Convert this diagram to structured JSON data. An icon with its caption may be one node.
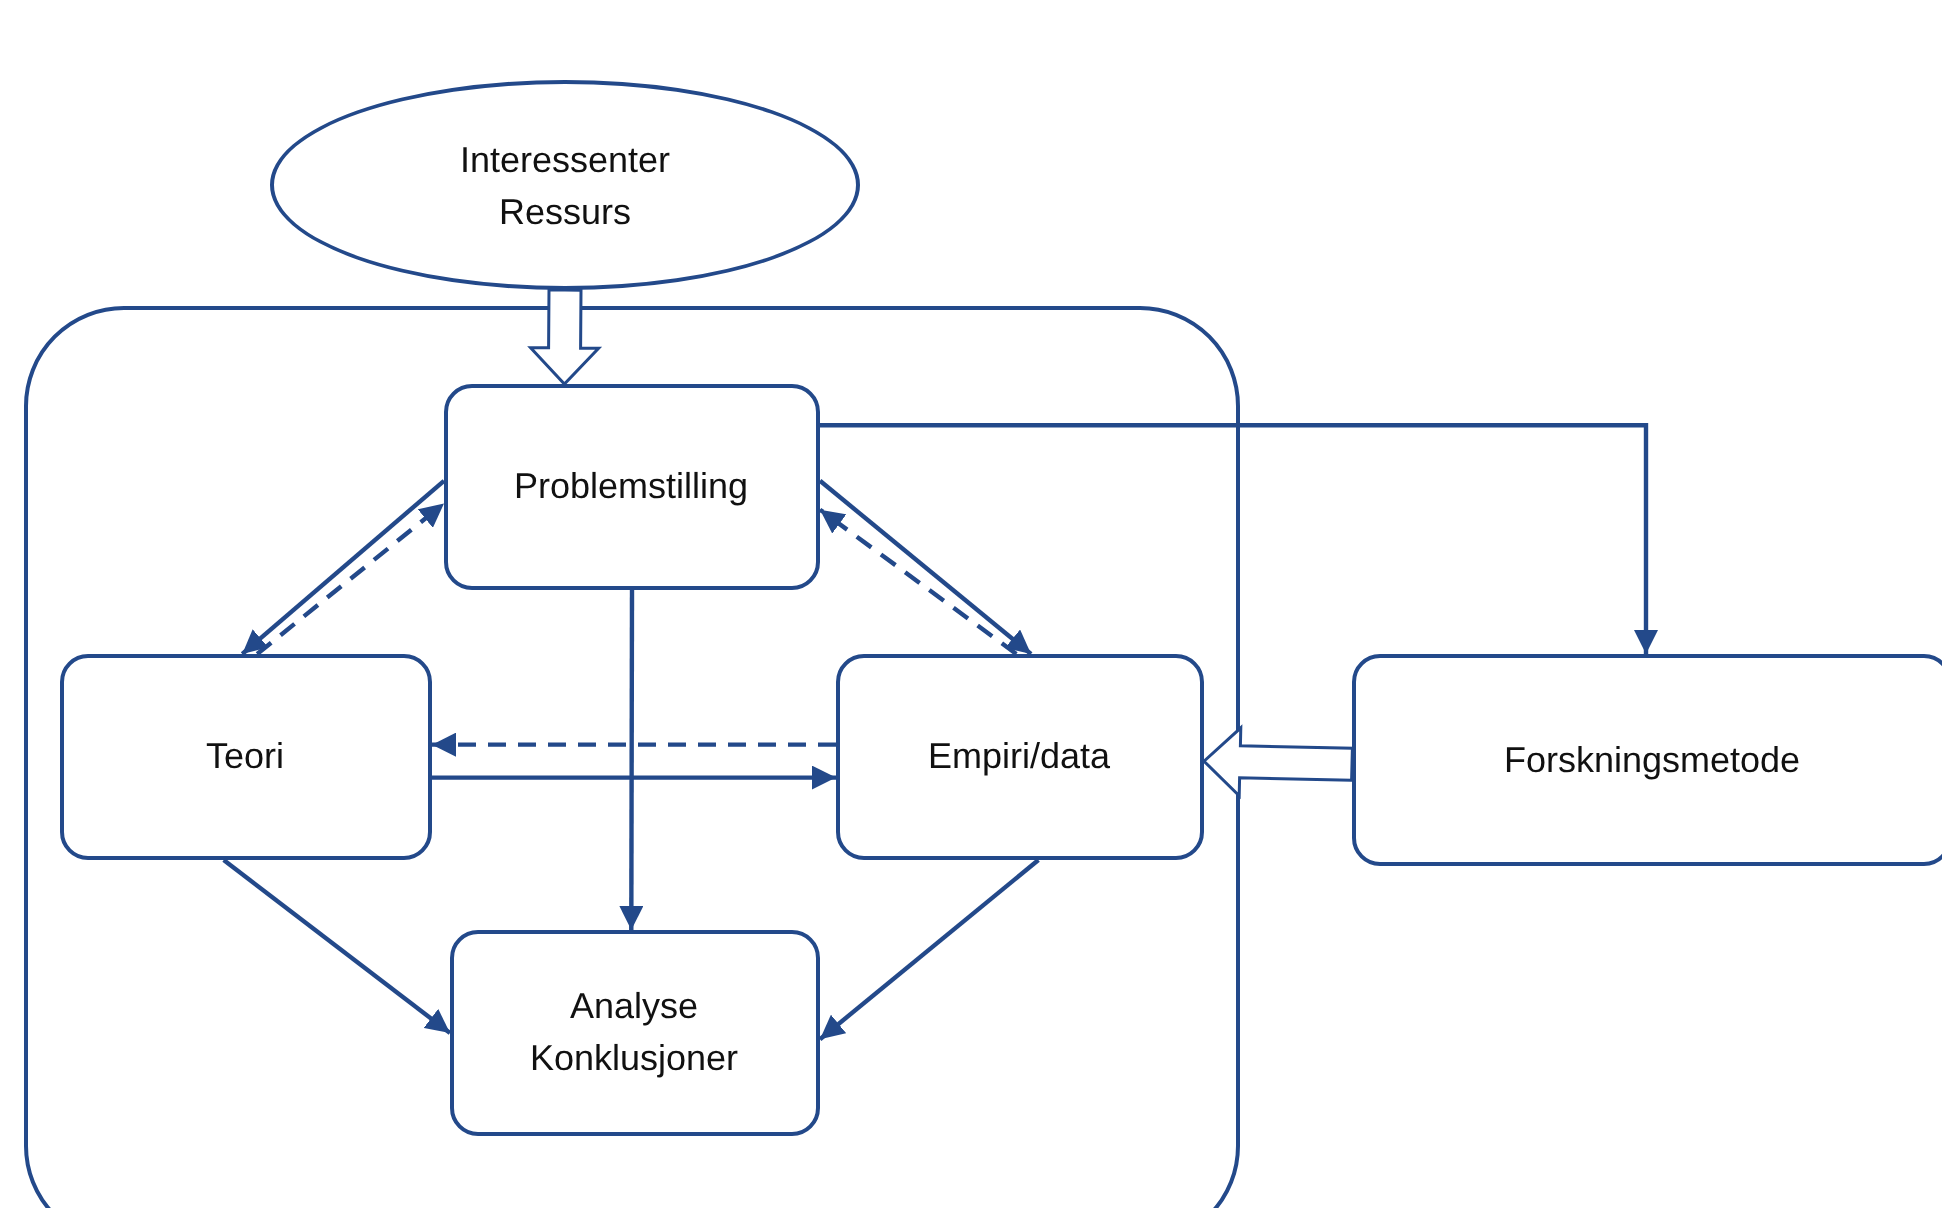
{
  "diagram": {
    "nodes": [
      {
        "text": [
          "Interessenter",
          "Ressurs"
        ]
      },
      {
        "text": [],
        "shape": "box"
      },
      {
        "text": [
          "Problemstilling"
        ],
        "in": 1
      },
      {
        "text": [
          "Teori"
        ],
        "in": 1
      },
      {
        "text": [
          "Empiri/data"
        ],
        "in": 1
      },
      {
        "text": [
          "Analyse",
          "Konklusjoner"
        ],
        "in": 1
      },
      {
        "text": [
          "Forskningsmetode"
        ]
      }
    ],
    "edges": [
      {
        "from": 0,
        "to": 2,
        "arrow": "to",
        "style": "thick"
      },
      {
        "from": 2,
        "to": 3,
        "arrow": "to"
      },
      {
        "from": 3,
        "to": 2,
        "arrow": "to",
        "style": "dashed"
      },
      {
        "from": 2,
        "to": 4,
        "arrow": "to"
      },
      {
        "from": 4,
        "to": 2,
        "arrow": "to",
        "style": "dashed"
      },
      {
        "from": 4,
        "to": 3,
        "arrow": "to",
        "style": "dashed"
      },
      {
        "from": 3,
        "to": 4,
        "arrow": "to"
      },
      {
        "from": 2,
        "to": 5,
        "arrow": "to"
      },
      {
        "from": 3,
        "to": 5,
        "arrow": "to"
      },
      {
        "from": 4,
        "to": 5,
        "arrow": "to"
      },
      {
        "from": 2,
        "to": 6,
        "arrow": "to"
      },
      {
        "from": 6,
        "to": 4,
        "arrow": "to",
        "style": "thick"
      }
    ]
  }
}
